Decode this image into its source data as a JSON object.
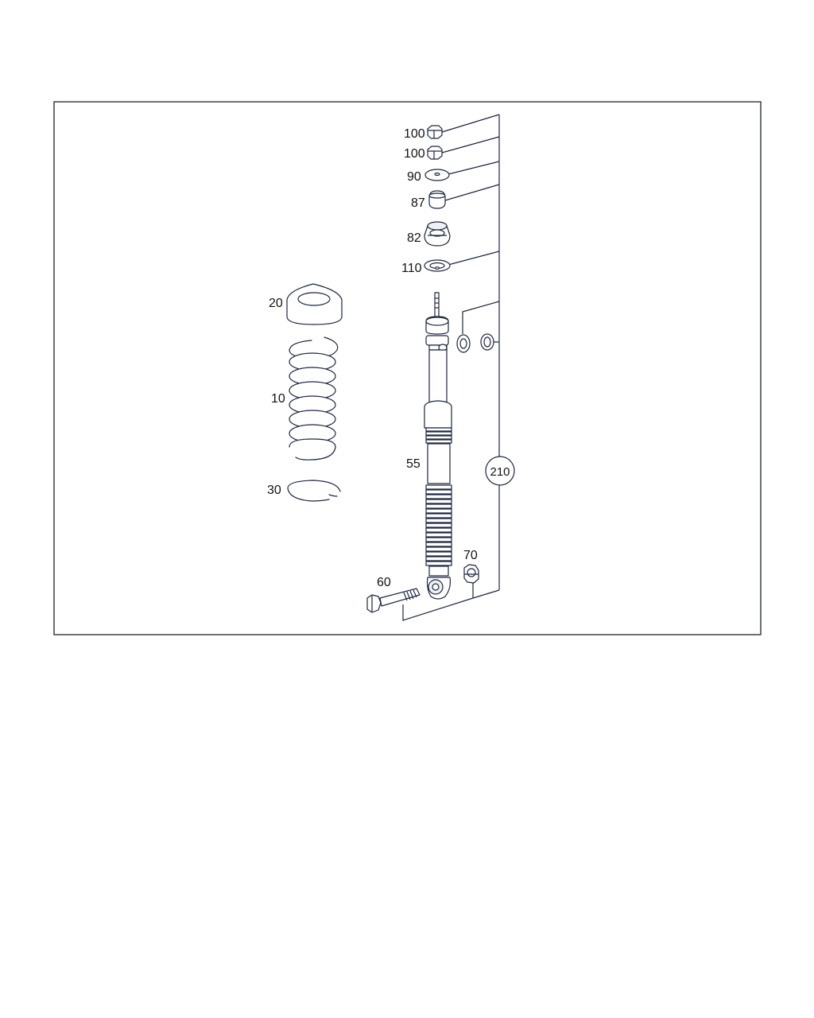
{
  "callouts": {
    "c100a": "100",
    "c100b": "100",
    "c90": "90",
    "c87": "87",
    "c82": "82",
    "c110": "110",
    "c20": "20",
    "c10": "10",
    "c30": "30",
    "c55": "55",
    "c60": "60",
    "c70": "70",
    "c210": "210"
  },
  "colors": {
    "line": "#1e2740",
    "frame": "#1e2233"
  }
}
